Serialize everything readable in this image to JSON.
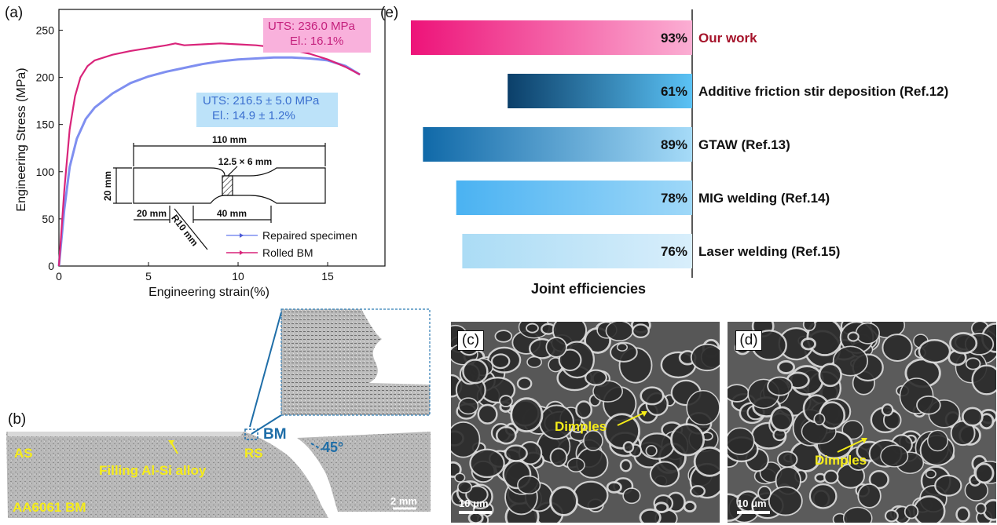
{
  "panels": {
    "a": "(a)",
    "b": "(b)",
    "c": "(c)",
    "d": "(d)",
    "e": "(e)"
  },
  "chart_data": [
    {
      "type": "line",
      "xlabel": "Engineering strain(%)",
      "ylabel": "Engineering Stress (MPa)",
      "xlim": [
        0,
        18.2
      ],
      "ylim": [
        0,
        272
      ],
      "xticks": [
        0,
        5,
        10,
        15
      ],
      "yticks": [
        0,
        50,
        100,
        150,
        200,
        250
      ],
      "legend_position": "bottom-right",
      "series": [
        {
          "name": "Repaired specimen",
          "color": "#7f8ff0",
          "x": [
            0,
            0.3,
            0.6,
            1.0,
            1.5,
            2.0,
            3.0,
            4.0,
            5.0,
            6.0,
            7.0,
            8.0,
            9.0,
            10.0,
            11.0,
            12.0,
            13.0,
            14.0,
            15.0,
            16.0,
            16.8
          ],
          "y": [
            0,
            60,
            105,
            135,
            156,
            168,
            183,
            194,
            201,
            206,
            210,
            214,
            217,
            219,
            220,
            221,
            221,
            220,
            218,
            212,
            203
          ]
        },
        {
          "name": "Rolled BM",
          "color": "#d9247a",
          "x": [
            0,
            0.3,
            0.6,
            0.9,
            1.2,
            1.6,
            2.0,
            2.5,
            3.0,
            4.0,
            5.0,
            6.0,
            6.5,
            7.0,
            8.0,
            9.0,
            10.0,
            11.0,
            12.0,
            13.0,
            14.0,
            15.0,
            16.0,
            16.8
          ],
          "y": [
            0,
            80,
            145,
            180,
            200,
            212,
            218,
            221,
            224,
            228,
            231,
            234,
            236,
            234,
            235,
            236,
            235,
            234,
            232,
            229,
            225,
            219,
            211,
            203
          ]
        }
      ],
      "annotations": [
        {
          "uts": "UTS: 236.0 MPa",
          "el": "El.: 16.1%",
          "bg": "#f9b1dc",
          "color": "#c41f7c"
        },
        {
          "uts": "UTS: 216.5 ± 5.0 MPa",
          "el": "El.: 14.9 ± 1.2%",
          "bg": "#bce2f9",
          "color": "#3a6fcf"
        }
      ],
      "specimen": {
        "length": "110 mm",
        "section": "12.5 × 6 mm",
        "width": "20 mm",
        "grip": "20 mm",
        "gauge": "40 mm",
        "radius": "R10 mm"
      }
    },
    {
      "type": "bar",
      "orientation": "horizontal",
      "xlabel": "Joint efficiencies",
      "xlim": [
        0,
        100
      ],
      "categories": [
        "Our work",
        "Additive friction stir deposition (Ref.12)",
        "GTAW (Ref.13)",
        "MIG welding (Ref.14)",
        "Laser welding (Ref.15)"
      ],
      "values": [
        93,
        61,
        89,
        78,
        76
      ],
      "value_labels": [
        "93%",
        "61%",
        "89%",
        "78%",
        "76%"
      ],
      "highlight_color": "#a5132a",
      "gradients": [
        [
          "#ed1379",
          "#fbaed3"
        ],
        [
          "#0b3f69",
          "#5bc2f5"
        ],
        [
          "#1069a8",
          "#a6dbf8"
        ],
        [
          "#4ab2f2",
          "#9fd8f8"
        ],
        [
          "#abdcf5",
          "#d8eefb"
        ]
      ]
    }
  ],
  "macro": {
    "as": "AS",
    "rs": "RS",
    "bm": "BM",
    "angle": "45°",
    "filling": "Filling Al-Si alloy",
    "base": "AA6061 BM",
    "scale": "2 mm"
  },
  "sem": [
    {
      "dimples": "Dimples",
      "scale": "10 μm"
    },
    {
      "dimples": "Dimples",
      "scale": "10 μm"
    }
  ]
}
